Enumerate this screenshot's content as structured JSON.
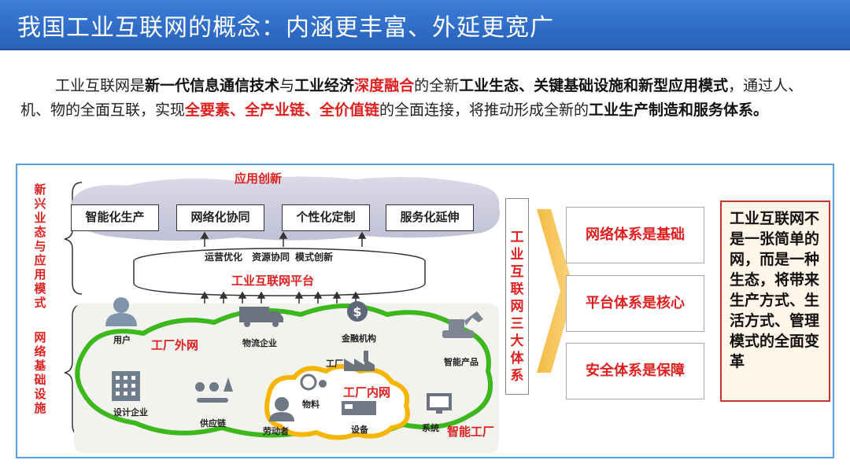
{
  "slide_title": "我国工业互联网的概念：内涵更丰富、外延更宽广",
  "intro": {
    "p1": "工业互联网是",
    "b1": "新一代信息通信技术",
    "p2": "与",
    "b2": "工业经济",
    "r1": "深度融合",
    "p3": "的全新",
    "b3": "工业生态、关键基础设施和新型应用模式",
    "p4": "，通过人、机、物的全面互联，实现",
    "r2": "全要素、全产业链、全价值链",
    "p5": "的全面连接，将推动形成全新的",
    "b4": "工业生产制造和服务体系。"
  },
  "diagram": {
    "left_labels": {
      "top": "新兴业态与应用模式",
      "bottom": "网络基础设施"
    },
    "app_innovation": "应用创新",
    "app_boxes": [
      "智能化生产",
      "网络化协同",
      "个性化定制",
      "服务化延伸"
    ],
    "platform_top_items": [
      "运营优化",
      "资源协同",
      "模式创新"
    ],
    "platform_label": "工业互联网平台",
    "external_network": "工厂外网",
    "internal_network": "工厂内网",
    "smart_factory": "智能工厂",
    "nodes": {
      "user": "用户",
      "logistics": "物流企业",
      "finance": "金融机构",
      "factory": "工厂",
      "smart_product": "智能产品",
      "design": "设计企业",
      "supply_chain": "供应链",
      "worker": "劳动者",
      "material": "物料",
      "equipment": "设备",
      "system": "系统"
    },
    "three_systems": "工业互联网三大体系",
    "basis": [
      "网络体系是基础",
      "平台体系是核心",
      "安全体系是保障"
    ],
    "conclusion": "工业互联网不是一张简单的网，而是一种生态，将带来生产方式、生活方式、管理模式的全面变革"
  },
  "colors": {
    "title_bar": "#2f6cc7",
    "accent_red": "#e02020",
    "network_green": "#3cb81c",
    "frame_blue": "#5aa0dc"
  }
}
